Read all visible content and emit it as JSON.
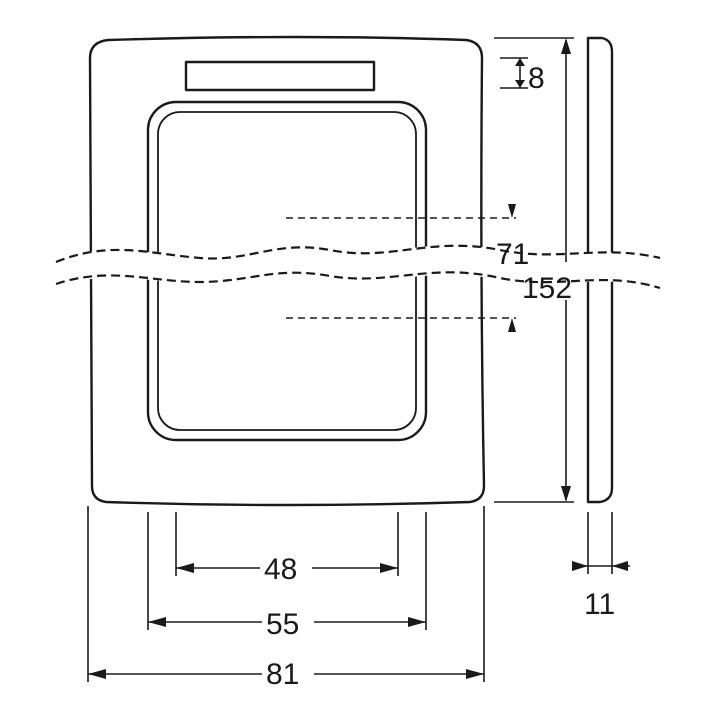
{
  "diagram": {
    "dimensions": {
      "width_total": "81",
      "width_opening_outer": "55",
      "width_opening_inner": "48",
      "height_total": "152",
      "height_center_spacing": "71",
      "label_field_height": "8",
      "depth": "11"
    }
  }
}
